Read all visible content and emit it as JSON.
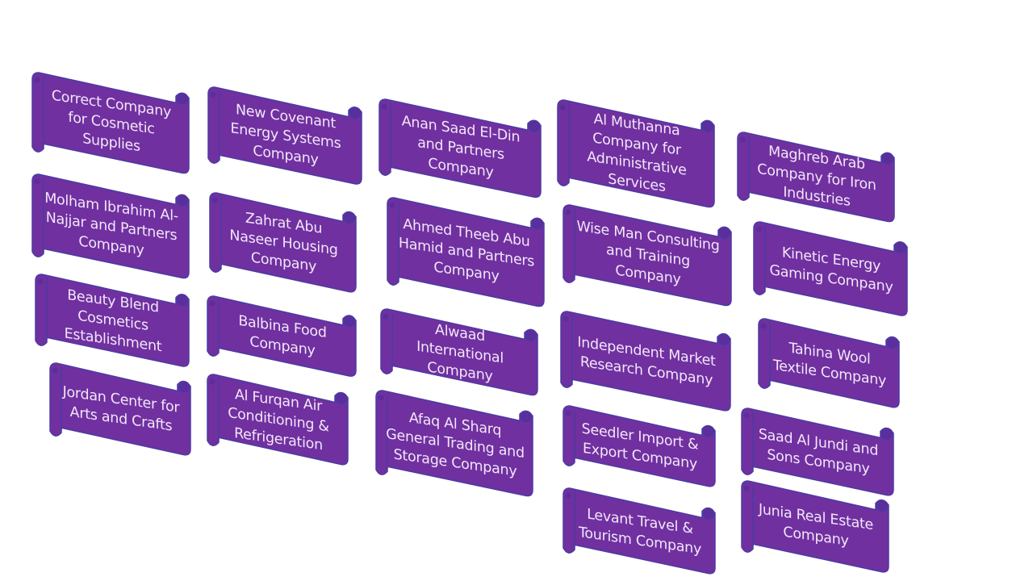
{
  "theme": {
    "fill": "#7030A0",
    "edge": "#4B3BA3",
    "curl": "#5A2E9C",
    "text": "#F2E6F8",
    "background": "#FFFFFF"
  },
  "columns": [
    {
      "items": [
        {
          "label": "Correct Company for Cosmetic Supplies"
        },
        {
          "label": "Molham Ibrahim Al-Najjar and Partners Company"
        },
        {
          "label": "Beauty Blend Cosmetics Establishment"
        },
        {
          "label": "Jordan Center for Arts and Crafts"
        }
      ]
    },
    {
      "items": [
        {
          "label": "New Covenant Energy Systems Company"
        },
        {
          "label": "Zahrat Abu Naseer Housing Company"
        },
        {
          "label": "Balbina Food Company"
        },
        {
          "label": "Al Furqan Air Conditioning & Refrigeration"
        }
      ]
    },
    {
      "items": [
        {
          "label": "Anan Saad El-Din and Partners Company"
        },
        {
          "label": "Ahmed Theeb Abu Hamid and Partners Company"
        },
        {
          "label": "Alwaad International Company"
        },
        {
          "label": "Afaq Al Sharq General Trading and Storage Company"
        }
      ]
    },
    {
      "items": [
        {
          "label": "Al Muthanna Company for Administrative Services"
        },
        {
          "label": "Wise Man Consulting and Training Company"
        },
        {
          "label": "Independent Market Research Company"
        },
        {
          "label": "Seedler Import & Export Company"
        },
        {
          "label": "Levant Travel & Tourism Company"
        }
      ]
    },
    {
      "items": [
        {
          "label": "Maghreb Arab Company for Iron Industries"
        },
        {
          "label": "Kinetic Energy Gaming Company"
        },
        {
          "label": "Tahina Wool Textile Company"
        },
        {
          "label": "Saad Al Jundi and Sons Company"
        },
        {
          "label": "Junia Real Estate Company"
        }
      ]
    }
  ]
}
